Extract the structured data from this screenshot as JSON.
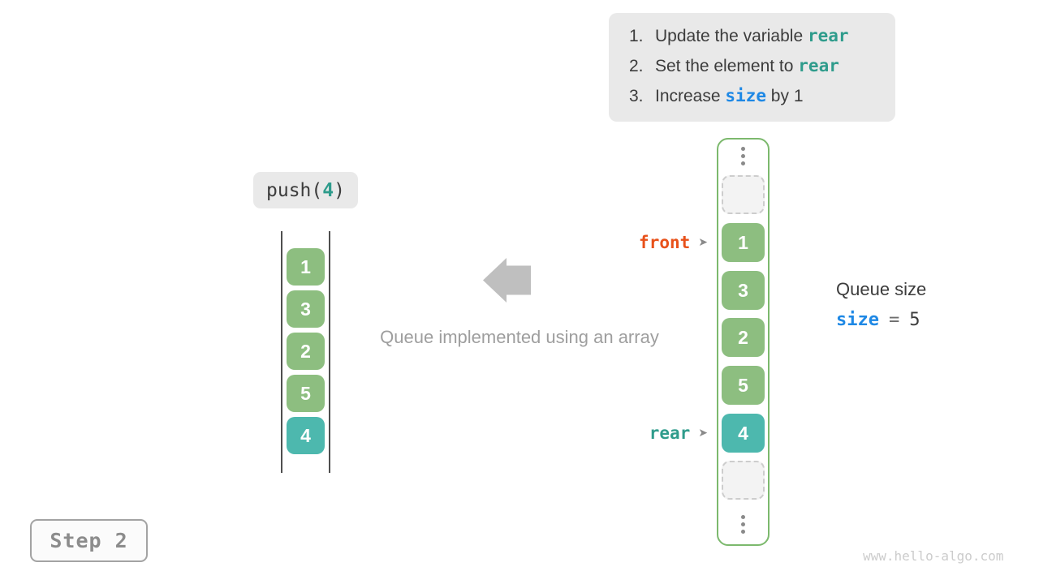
{
  "colors": {
    "teal_code": "#2f9c8c",
    "blue_code": "#1e88e5",
    "orange_code": "#e8511a",
    "cell_green": "#8dbe80",
    "cell_teal": "#4db8ae",
    "frame_green": "#7cb96d",
    "panel_gray": "#e9e9e9"
  },
  "instructions": {
    "items": [
      {
        "number": "1.",
        "text_before": "Update the variable ",
        "code": "rear",
        "code_color": "teal",
        "text_after": ""
      },
      {
        "number": "2.",
        "text_before": "Set the element to ",
        "code": "rear",
        "code_color": "teal",
        "text_after": ""
      },
      {
        "number": "3.",
        "text_before": "Increase ",
        "code": "size",
        "code_color": "blue",
        "text_after": " by 1"
      }
    ]
  },
  "operation": {
    "prefix": "push(",
    "arg": "4",
    "suffix": ")"
  },
  "stack": {
    "cells": [
      {
        "value": "1",
        "variant": "green"
      },
      {
        "value": "3",
        "variant": "green"
      },
      {
        "value": "2",
        "variant": "green"
      },
      {
        "value": "5",
        "variant": "green"
      },
      {
        "value": "4",
        "variant": "teal"
      }
    ]
  },
  "array": {
    "cells": [
      {
        "value": "1",
        "variant": "green"
      },
      {
        "value": "3",
        "variant": "green"
      },
      {
        "value": "2",
        "variant": "green"
      },
      {
        "value": "5",
        "variant": "green"
      },
      {
        "value": "4",
        "variant": "teal"
      }
    ]
  },
  "pointers": {
    "front": {
      "label": "front",
      "glyph": "➤"
    },
    "rear": {
      "label": "rear",
      "glyph": "➤"
    }
  },
  "queue_size": {
    "title": "Queue size",
    "var_name": "size",
    "equals": "=",
    "value": "5"
  },
  "caption": {
    "text": "Queue implemented using an array"
  },
  "step": {
    "label": "Step 2"
  },
  "watermark": {
    "text": "www.hello-algo.com"
  }
}
